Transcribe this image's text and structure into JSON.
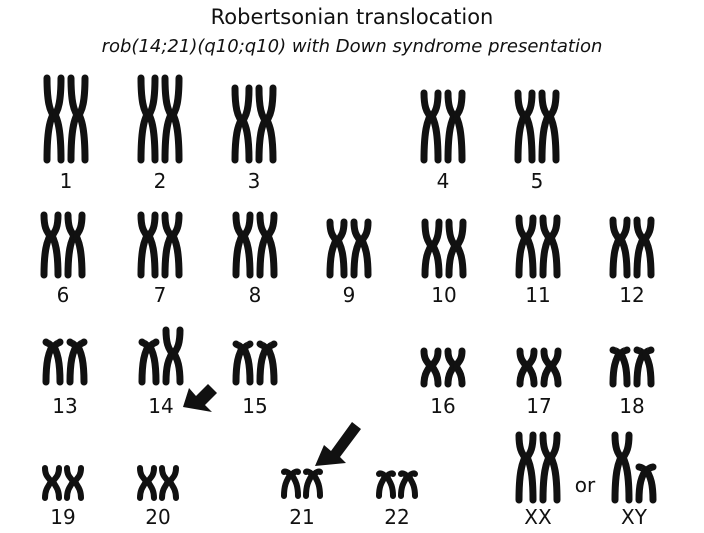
{
  "title": "Robertsonian translocation",
  "subtitle": "rob(14;21)(q10;q10) with Down syndrome presentation",
  "or_text": "or",
  "colors": {
    "ink": "#111111",
    "background": "#ffffff"
  },
  "chromosomes": [
    {
      "label": "1",
      "kind": "meta",
      "count": 2,
      "length": "xl"
    },
    {
      "label": "2",
      "kind": "meta",
      "count": 2,
      "length": "xl"
    },
    {
      "label": "3",
      "kind": "meta",
      "count": 2,
      "length": "l"
    },
    {
      "label": "4",
      "kind": "sub",
      "count": 2,
      "length": "l"
    },
    {
      "label": "5",
      "kind": "sub",
      "count": 2,
      "length": "l"
    },
    {
      "label": "6",
      "kind": "sub",
      "count": 2,
      "length": "m"
    },
    {
      "label": "7",
      "kind": "sub",
      "count": 2,
      "length": "m"
    },
    {
      "label": "8",
      "kind": "sub",
      "count": 2,
      "length": "m"
    },
    {
      "label": "9",
      "kind": "sub",
      "count": 2,
      "length": "m"
    },
    {
      "label": "10",
      "kind": "meta",
      "count": 2,
      "length": "m"
    },
    {
      "label": "11",
      "kind": "sub",
      "count": 2,
      "length": "m"
    },
    {
      "label": "12",
      "kind": "sub",
      "count": 2,
      "length": "m"
    },
    {
      "label": "13",
      "kind": "acro",
      "count": 2,
      "length": "s"
    },
    {
      "label": "14",
      "kind": "acro+t",
      "count": 2,
      "length": "s"
    },
    {
      "label": "15",
      "kind": "acro",
      "count": 2,
      "length": "s"
    },
    {
      "label": "16",
      "kind": "meta",
      "count": 2,
      "length": "s"
    },
    {
      "label": "17",
      "kind": "meta",
      "count": 2,
      "length": "s"
    },
    {
      "label": "18",
      "kind": "acro",
      "count": 2,
      "length": "s"
    },
    {
      "label": "19",
      "kind": "meta",
      "count": 2,
      "length": "xs"
    },
    {
      "label": "20",
      "kind": "meta",
      "count": 2,
      "length": "xs"
    },
    {
      "label": "21",
      "kind": "acro",
      "count": 2,
      "length": "xs"
    },
    {
      "label": "22",
      "kind": "acro",
      "count": 2,
      "length": "xs"
    },
    {
      "label": "XX",
      "kind": "sub",
      "count": 2,
      "length": "l"
    },
    {
      "label": "XY",
      "kind": "sub+y",
      "count": 2,
      "length": "l"
    }
  ],
  "arrows": [
    {
      "points_to": "14"
    },
    {
      "points_to": "21"
    }
  ]
}
